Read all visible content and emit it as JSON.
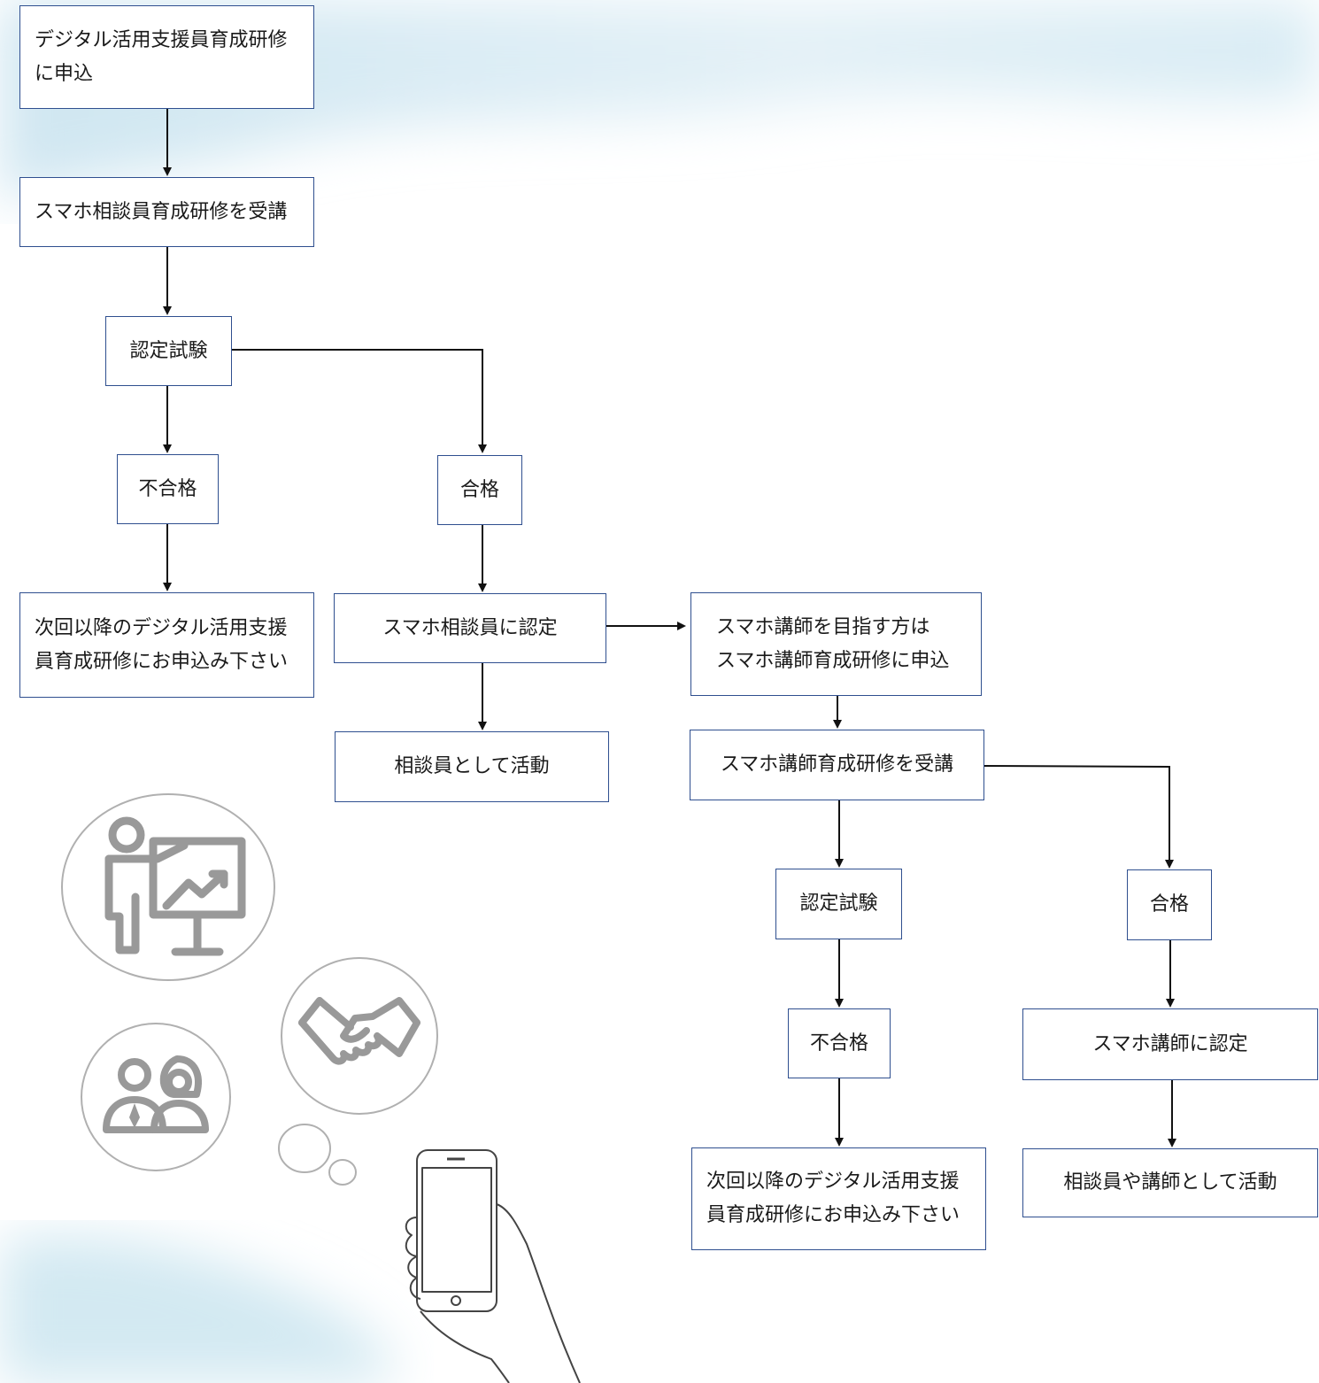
{
  "nodes": {
    "apply": "デジタル活用支援員育成研修\nに申込",
    "attend": "スマホ相談員育成研修を受講",
    "exam1": "認定試験",
    "fail1": "不合格",
    "pass1": "合格",
    "retry1": "次回以降のデジタル活用支援\n員育成研修にお申込み下さい",
    "certified1": "スマホ相談員に認定",
    "active1": "相談員として活動",
    "instructor_apply": "スマホ講師を目指す方は\nスマホ講師育成研修に申込",
    "attend2": "スマホ講師育成研修を受講",
    "exam2": "認定試験",
    "pass2": "合格",
    "fail2": "不合格",
    "retry2": "次回以降のデジタル活用支援\n員育成研修にお申込み下さい",
    "certified2": "スマホ講師に認定",
    "active2": "相談員や講師として活動"
  },
  "illustrations": [
    "presenter-icon",
    "consultation-icon",
    "handshake-icon",
    "smartphone-hand-icon"
  ],
  "colors": {
    "box_border": "#2f4f8f",
    "arrow": "#111111",
    "icon_gray": "#9a9a9a",
    "sky": "#d6eaf3"
  }
}
